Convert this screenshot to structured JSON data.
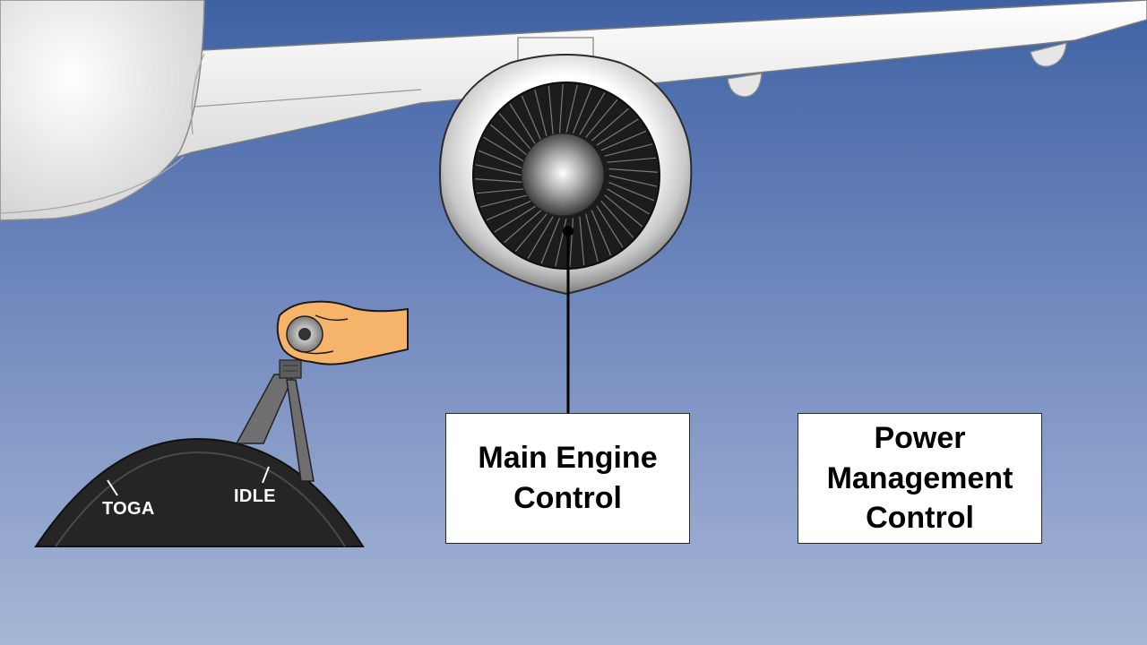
{
  "boxes": {
    "main_engine_control": {
      "line1": "Main Engine",
      "line2": "Control"
    },
    "power_management_control": {
      "line1": "Power",
      "line2": "Management",
      "line3": "Control"
    }
  },
  "quadrant": {
    "toga_label": "TOGA",
    "idle_label": "IDLE"
  },
  "colors": {
    "sky_top": "#3f62a4",
    "sky_bottom": "#a6b6d6",
    "wing": "#ededed",
    "nacelle_outline": "#2b2b2b",
    "fan_dark": "#1c1c1c",
    "quadrant_fill": "#252525",
    "hand_skin": "#f6b46b",
    "box_border": "#2a2a2a"
  }
}
